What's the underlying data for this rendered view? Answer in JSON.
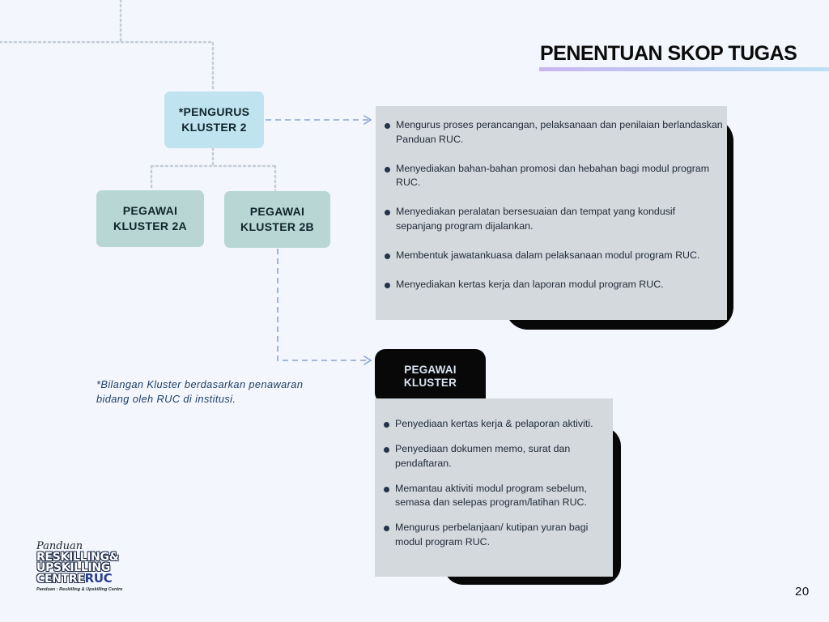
{
  "header": {
    "title": "PENENTUAN SKOP TUGAS"
  },
  "org_chart": {
    "top_node": [
      "*PENGURUS",
      "KLUSTER 2"
    ],
    "child_nodes": [
      [
        "PEGAWAI",
        "KLUSTER 2A"
      ],
      [
        "PEGAWAI",
        "KLUSTER 2B"
      ]
    ]
  },
  "pengurus_duties": [
    "Mengurus proses perancangan, pelaksanaan dan penilaian berlandaskan Panduan RUC.",
    "Menyediakan bahan-bahan promosi dan hebahan bagi modul program RUC.",
    "Menyediakan peralatan bersesuaian dan tempat yang kondusif sepanjang program dijalankan.",
    "Membentuk jawatankuasa dalam pelaksanaan modul program RUC.",
    "Menyediakan kertas kerja  dan laporan modul program RUC."
  ],
  "pegawai_section": {
    "label": [
      "PEGAWAI",
      "KLUSTER"
    ],
    "duties": [
      "Penyediaan kertas kerja & pelaporan aktiviti.",
      "Penyediaan dokumen memo, surat dan pendaftaran.",
      "Memantau aktiviti modul program sebelum, semasa dan selepas program/latihan RUC.",
      "Mengurus perbelanjaan/ kutipan yuran bagi modul program RUC."
    ]
  },
  "footnote": "*Bilangan Kluster berdasarkan penawaran bidang oleh RUC di institusi.",
  "logo": {
    "script": "Panduan",
    "line1": "RESKILLING&",
    "line2": "UPSKILLING",
    "line3": "CENTRE",
    "line3_accent": "RUC",
    "subtitle": "Panduan : Reskilling & Upskilling Centre"
  },
  "page_number": "20",
  "colors": {
    "background": "#f3f6fd",
    "top_node": "#bfe4ef",
    "child_node": "#b7d6d4",
    "card": "#d3d9dd",
    "card_shadow": "#080808",
    "connector": "#8aa4cf",
    "dotted_line": "#c5cdd8"
  }
}
